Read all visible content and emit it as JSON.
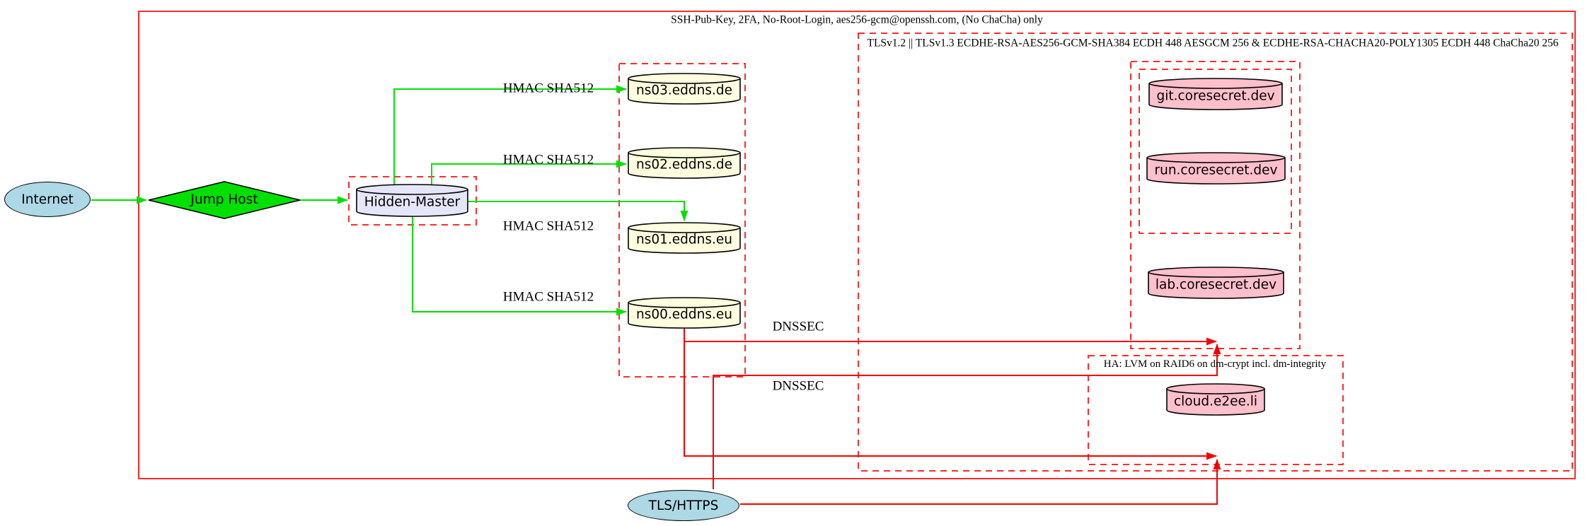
{
  "colors": {
    "ink": "#000000",
    "green": "#00e000",
    "red_edge": "#f40000",
    "red_cluster": "#ff2b2b",
    "node_blue": "#add8e6",
    "node_yellow": "#ffffe0",
    "node_pink": "#ffc0cb",
    "node_lavender": "#e6e6fa"
  },
  "clusters": {
    "ssh": {
      "label": "SSH-Pub-Key, 2FA, No-Root-Login, aes256-gcm@openssh.com, (No ChaCha) only"
    },
    "tls": {
      "label": "TLSv1.2 || TLSv1.3 ECDHE-RSA-AES256-GCM-SHA384 ECDH 448 AESGCM 256 & ECDHE-RSA-CHACHA20-POLY1305 ECDH 448 ChaCha20 256"
    },
    "ha": {
      "label": "HA: LVM on RAID6 on dm-crypt incl. dm-integrity"
    }
  },
  "nodes": {
    "internet": {
      "label": "Internet"
    },
    "jump_host": {
      "label": "Jump Host"
    },
    "hidden_master": {
      "label": "Hidden-Master"
    },
    "ns03": {
      "label": "ns03.eddns.de"
    },
    "ns02": {
      "label": "ns02.eddns.de"
    },
    "ns01": {
      "label": "ns01.eddns.eu"
    },
    "ns00": {
      "label": "ns00.eddns.eu"
    },
    "git": {
      "label": "git.coresecret.dev"
    },
    "run": {
      "label": "run.coresecret.dev"
    },
    "lab": {
      "label": "lab.coresecret.dev"
    },
    "cloud": {
      "label": "cloud.e2ee.li"
    },
    "tls_https": {
      "label": "TLS/HTTPS"
    }
  },
  "edge_labels": {
    "hmac": "HMAC SHA512",
    "dnssec": "DNSSEC"
  }
}
